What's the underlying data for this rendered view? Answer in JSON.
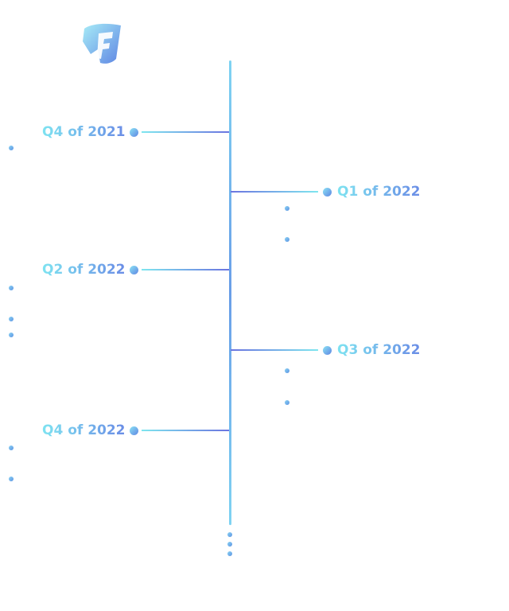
{
  "logo": {
    "icon": "f-logo",
    "colors": [
      "#8ee0f4",
      "#5f86e3"
    ]
  },
  "timeline": {
    "milestones": [
      {
        "label": "Q4 of 2021",
        "side": "left",
        "bullet_count": 1
      },
      {
        "label": "Q1 of 2022",
        "side": "right",
        "bullet_count": 2
      },
      {
        "label": "Q2 of 2022",
        "side": "left",
        "bullet_count": 3
      },
      {
        "label": "Q3 of 2022",
        "side": "right",
        "bullet_count": 2
      },
      {
        "label": "Q4 of 2022",
        "side": "left",
        "bullet_count": 2
      }
    ],
    "continuation_icon": "vertical-ellipsis-icon"
  },
  "colors": {
    "gradient_start": "#7ee3f1",
    "gradient_end": "#6a8ce6",
    "background": "#ffffff"
  }
}
